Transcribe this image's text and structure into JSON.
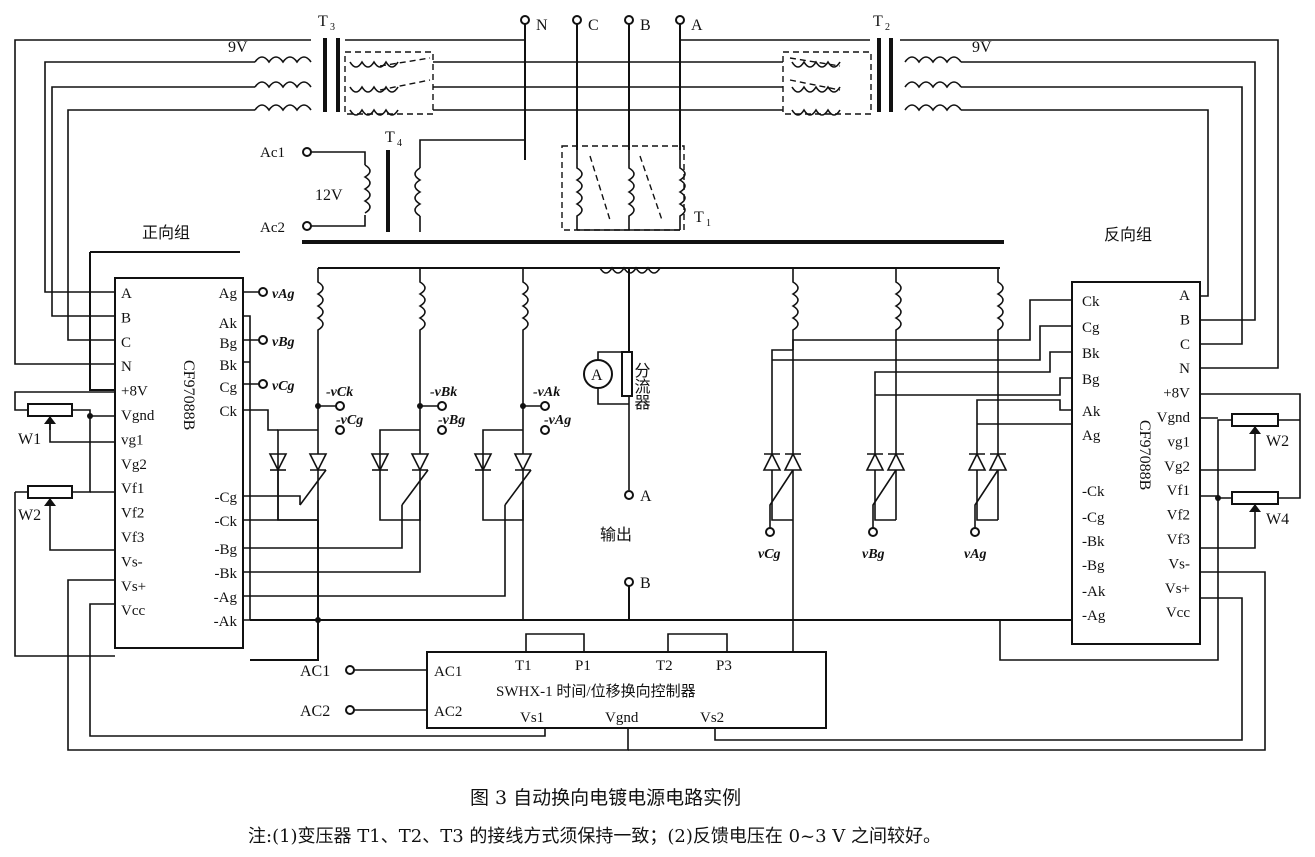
{
  "phases": {
    "n": "N",
    "c": "C",
    "b": "B",
    "a": "A"
  },
  "transformers": {
    "t1": "T",
    "t1_sub": "1",
    "t2": "T",
    "t2_sub": "2",
    "t3": "T",
    "t3_sub": "3",
    "t4": "T",
    "t4_sub": "4"
  },
  "voltages": {
    "left": "9V",
    "right": "9V",
    "mid": "12V"
  },
  "ac_inputs": {
    "ac1_top": "Ac1",
    "ac2_top": "Ac2",
    "ac1": "AC1",
    "ac2": "AC2"
  },
  "groups": {
    "forward": "正向组",
    "reverse": "反向组"
  },
  "left_chip": {
    "name": "CF97088B",
    "left_pins": [
      "A",
      "B",
      "C",
      "N",
      "+8V",
      "Vgnd",
      "vg1",
      "Vg2",
      "Vf1",
      "Vf2",
      "Vf3",
      "Vs-",
      "Vs+",
      "Vcc"
    ],
    "right_pins": [
      "Ag",
      "Ak",
      "Bg",
      "Bk",
      "Cg",
      "Ck",
      "-Cg",
      "-Ck",
      "-Bg",
      "-Bk",
      "-Ag",
      "-Ak"
    ]
  },
  "right_chip": {
    "name": "CF97088B",
    "left_pins": [
      "Ck",
      "Cg",
      "Bk",
      "Bg",
      "Ak",
      "Ag",
      "-Ck",
      "-Cg",
      "-Bk",
      "-Bg",
      "-Ak",
      "-Ag"
    ],
    "right_pins": [
      "A",
      "B",
      "C",
      "N",
      "+8V",
      "Vgnd",
      "vg1",
      "Vg2",
      "Vf1",
      "Vf2",
      "Vf3",
      "Vs-",
      "Vs+",
      "Vcc"
    ]
  },
  "pots": {
    "w1": "W1",
    "w2_left": "W2",
    "w2_right": "W2",
    "w4": "W4"
  },
  "signals": {
    "vag": "vAg",
    "vbg": "vBg",
    "vcg": "vCg",
    "n_vck": "-vCk",
    "n_vcg": "-vCg",
    "n_vbk": "-vBk",
    "n_vbg": "-vBg",
    "n_vak": "-vAk",
    "n_vag": "-vAg",
    "r_vcg": "vCg",
    "r_vbg": "vBg",
    "r_vag": "vAg"
  },
  "meter": {
    "symbol": "A",
    "shunt": "分流器"
  },
  "output": {
    "label": "输出",
    "a": "A",
    "b": "B"
  },
  "controller": {
    "title": "SWHX-1 时间/位移换向控制器",
    "ac1": "AC1",
    "ac2": "AC2",
    "t1": "T1",
    "p1": "P1",
    "t2": "T2",
    "p3": "P3",
    "vs1": "Vs1",
    "vgnd": "Vgnd",
    "vs2": "Vs2"
  },
  "caption": "图 3    自动换向电镀电源电路实例",
  "note": "注:(1)变压器 T1、T2、T3 的接线方式须保持一致；(2)反馈电压在 0~3 V 之间较好。"
}
